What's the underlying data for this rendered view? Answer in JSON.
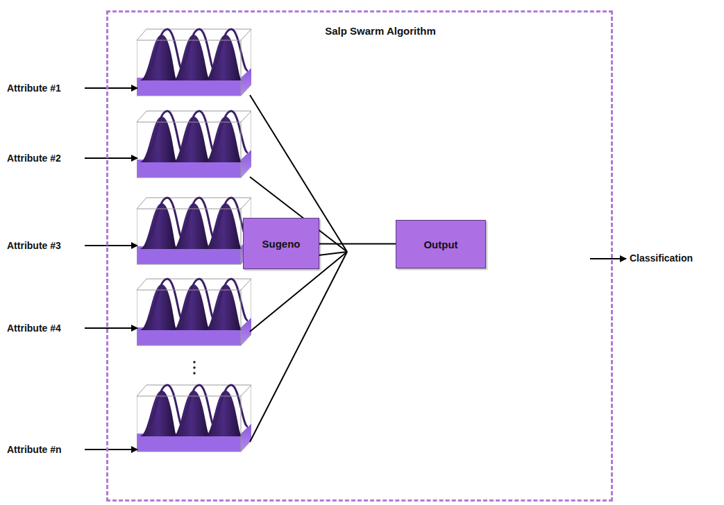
{
  "diagram": {
    "nodes": [
      {
        "text": [
          "Salp Swarm Algorithm"
        ]
      },
      {
        "text": [
          "Sugeno"
        ],
        "in": 0
      },
      {
        "text": [
          "Output"
        ],
        "in": 0
      }
    ],
    "edges": [
      {
        "from": 1,
        "to": 2,
        "arrow": "none"
      }
    ],
    "labels": [
      "Attribute #1",
      "Attribute #2",
      "Attribute #3",
      "Attribute #4",
      "Attribute #n",
      "Classification"
    ]
  }
}
